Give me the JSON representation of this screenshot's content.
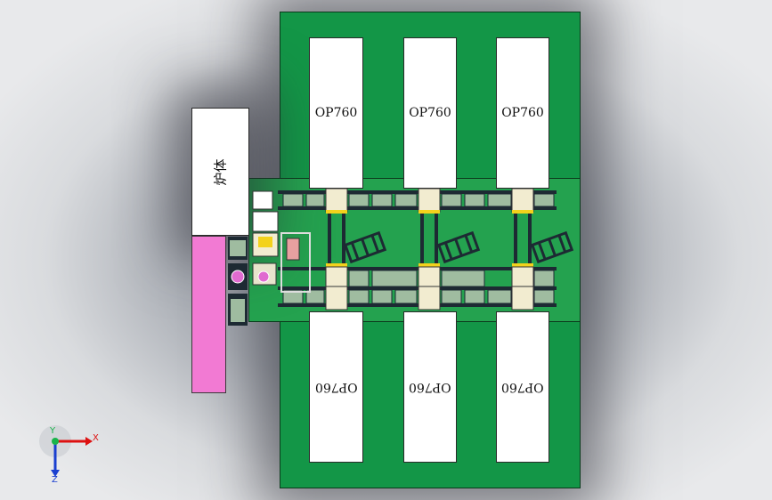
{
  "layout_labels": {
    "furnace_label": "炉体",
    "machines_top": [
      "OP760",
      "OP760",
      "OP760"
    ],
    "machines_bottom": [
      "OP760",
      "OP760",
      "OP760"
    ]
  },
  "axis": {
    "x_label": "X",
    "y_label": "Y",
    "z_label": "Z"
  },
  "colors": {
    "floor": "#139647",
    "conveyor_floor": "#24a24f",
    "machine": "#ffffff",
    "pink_zone": "#f27ad3",
    "rail": "#1d2a33",
    "highlight": "#f3d21c"
  }
}
